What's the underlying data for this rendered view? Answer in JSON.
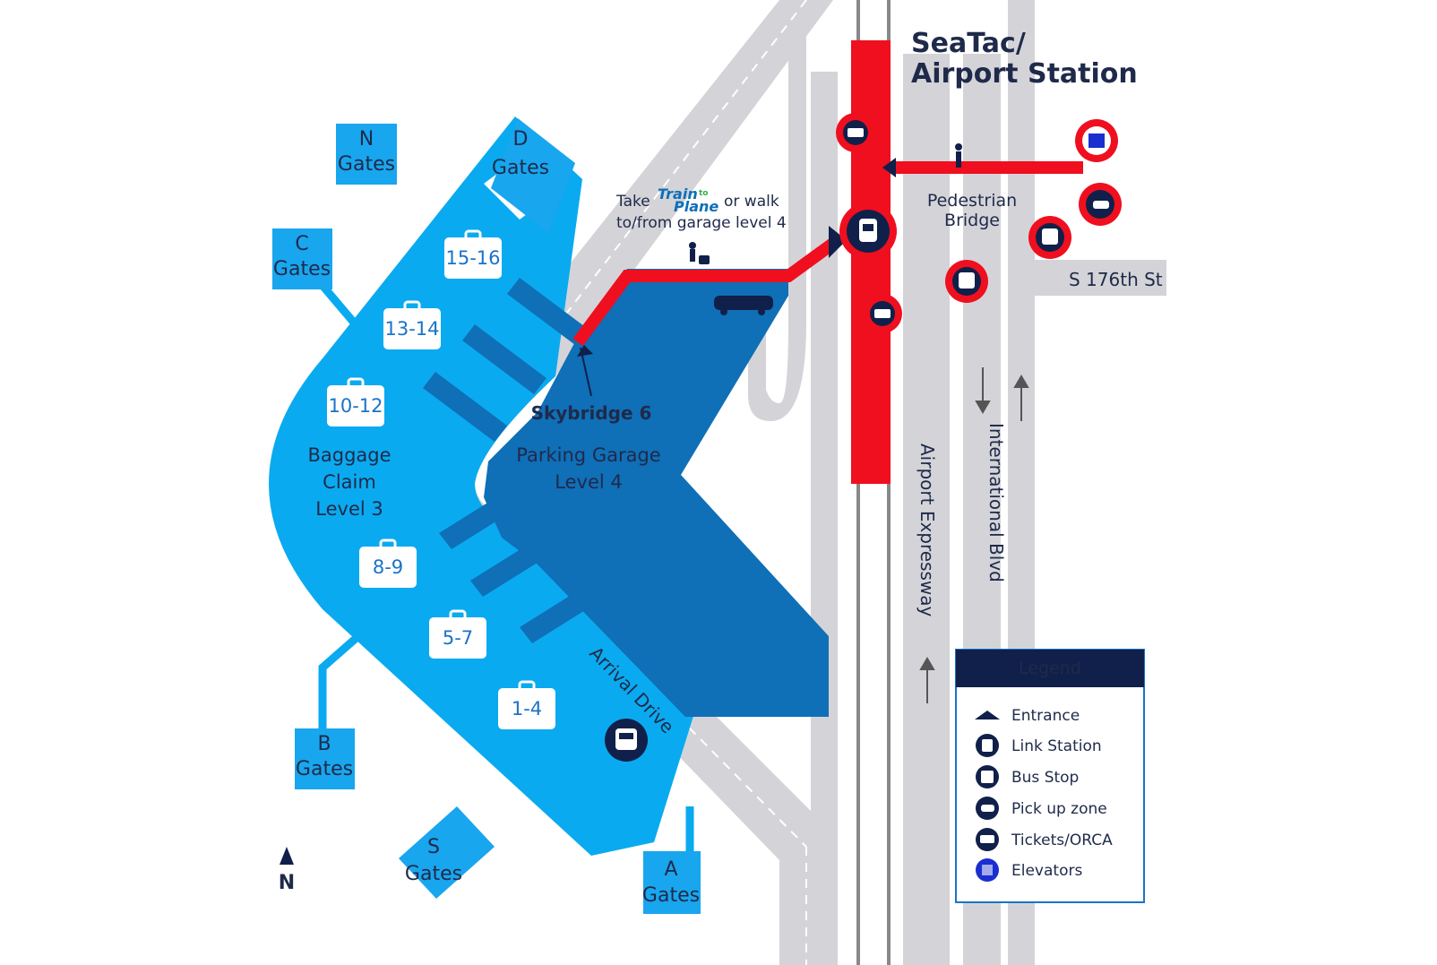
{
  "station": {
    "line1": "SeaTac/",
    "line2": "Airport Station"
  },
  "gates": {
    "n": {
      "letter": "N",
      "word": "Gates"
    },
    "d": {
      "letter": "D",
      "word": "Gates"
    },
    "c": {
      "letter": "C",
      "word": "Gates"
    },
    "b": {
      "letter": "B",
      "word": "Gates"
    },
    "s": {
      "letter": "S",
      "word": "Gates"
    },
    "a": {
      "letter": "A",
      "word": "Gates"
    }
  },
  "baggage_claims": [
    "15-16",
    "13-14",
    "10-12",
    "8-9",
    "5-7",
    "1-4"
  ],
  "baggage": {
    "line1": "Baggage",
    "line2": "Claim",
    "line3": "Level 3"
  },
  "garage": {
    "line1": "Parking Garage",
    "line2": "Level 4"
  },
  "skybridge": "Skybridge 6",
  "note": {
    "take": "Take",
    "or_walk": "or walk",
    "line2": "to/from garage level 4",
    "logo_line1": "Train",
    "logo_to": "to",
    "logo_line2": "Plane"
  },
  "pedestrian": {
    "line1": "Pedestrian",
    "line2": "Bridge"
  },
  "streets": {
    "s176": "S 176th St",
    "expressway": "Airport Expressway",
    "intl_blvd": "International Blvd",
    "arrival": "Arrival Drive"
  },
  "compass": "N",
  "legend": {
    "title": "Legend",
    "items": [
      {
        "label": "Entrance",
        "icon": "entrance-icon"
      },
      {
        "label": "Link Station",
        "icon": "link-station-icon"
      },
      {
        "label": "Bus Stop",
        "icon": "bus-stop-icon"
      },
      {
        "label": "Pick up zone",
        "icon": "pickup-zone-icon"
      },
      {
        "label": "Tickets/ORCA",
        "icon": "tickets-orca-icon"
      },
      {
        "label": "Elevators",
        "icon": "elevator-icon"
      }
    ]
  },
  "colors": {
    "terminal": "#0aaaf0",
    "garage": "#0f6fb7",
    "road": "#d4d4d8",
    "route": "#ef0f1f",
    "gate_box": "#18a6ee",
    "dark_icon": "#10204a"
  }
}
